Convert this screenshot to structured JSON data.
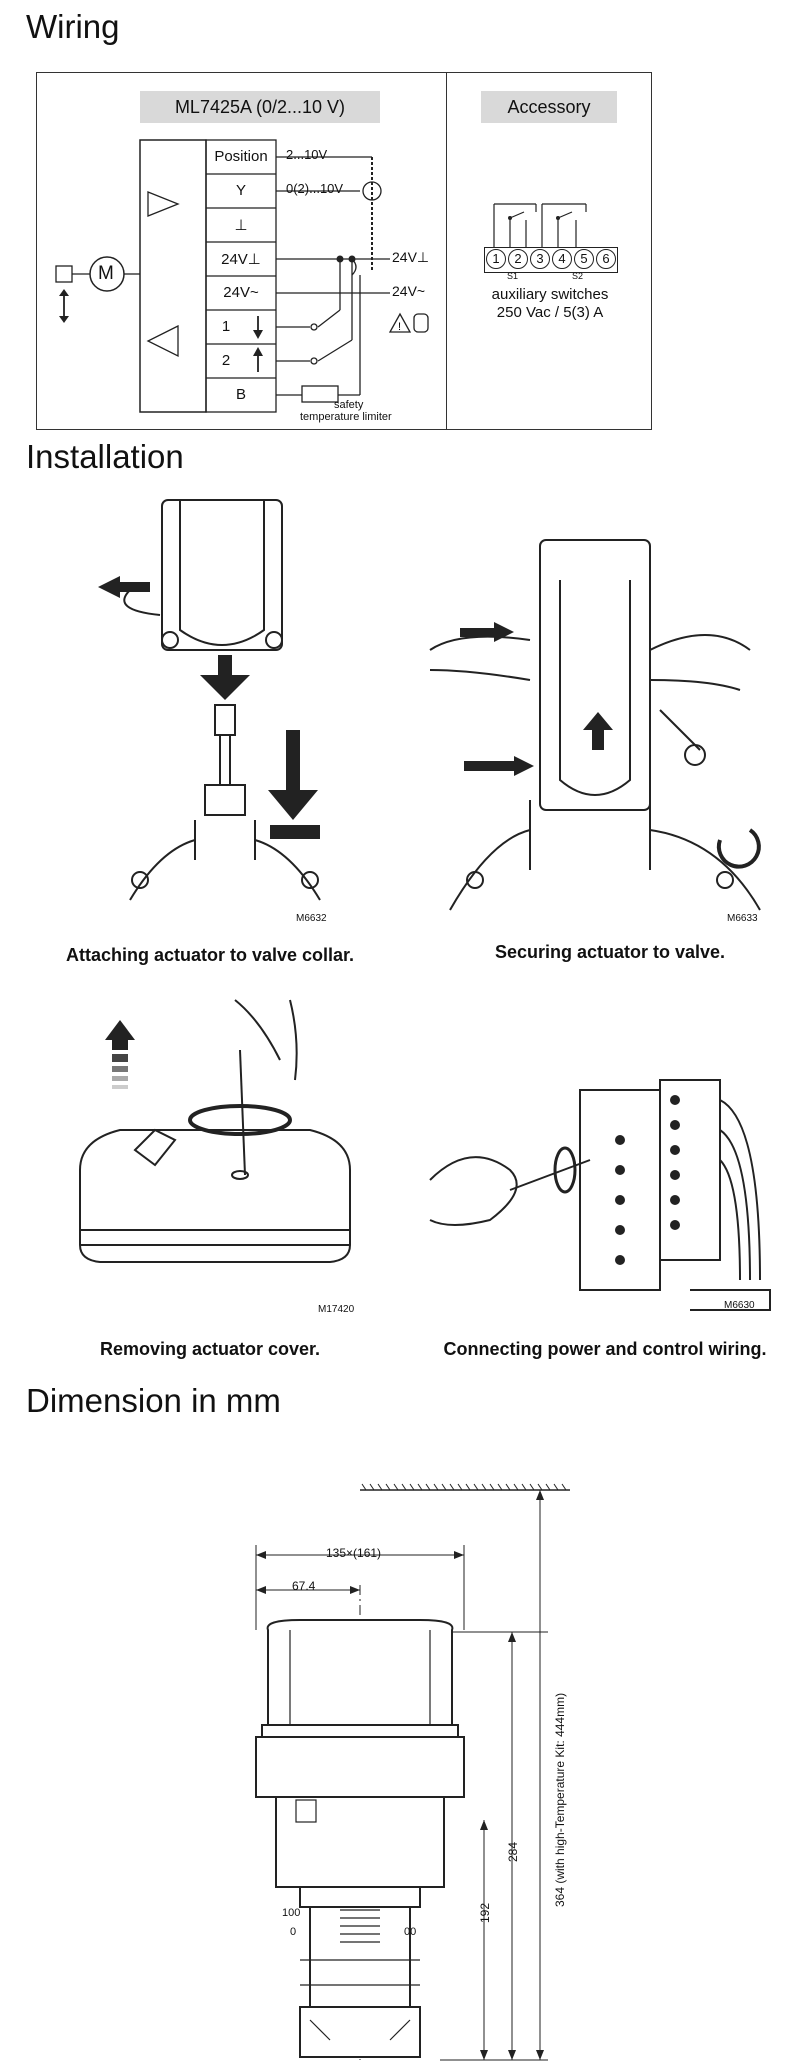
{
  "headings": {
    "wiring": "Wiring",
    "installation": "Installation",
    "dimension": "Dimension in mm"
  },
  "wiring": {
    "model_label": "ML7425A (0/2...10 V)",
    "accessory_label": "Accessory",
    "terminals": [
      "Position",
      "Y",
      "⊥",
      "24V⊥",
      "24V~",
      "1",
      "2",
      "B"
    ],
    "signal_pos": "2...10V",
    "signal_y": "0(2)...10V",
    "supply_gnd": "24V⊥",
    "supply_ac": "24V~",
    "limiter_label_1": "safety",
    "limiter_label_2": "temperature limiter",
    "motor_label": "M",
    "aux_numbers": [
      "1",
      "2",
      "3",
      "4",
      "5",
      "6"
    ],
    "aux_s1": "S1",
    "aux_s2": "S2",
    "aux_text_1": "auxiliary switches",
    "aux_text_2": "250 Vac / 5(3) A"
  },
  "installation": {
    "steps": [
      {
        "caption": "Attaching actuator to valve collar.",
        "code": "M6632"
      },
      {
        "caption": "Securing actuator to valve.",
        "code": "M6633"
      },
      {
        "caption": "Removing actuator cover.",
        "code": "M17420"
      },
      {
        "caption": "Connecting power and control wiring.",
        "code": "M6630"
      }
    ]
  },
  "dimension": {
    "width_label": "135×(161)",
    "half_label": "67.4",
    "h1": "284",
    "h2": "192",
    "h3": "364 (with high-Temperature Kit: 444mm)",
    "scale_top": "100",
    "scale_bottom": "0",
    "scale_right": "00"
  }
}
